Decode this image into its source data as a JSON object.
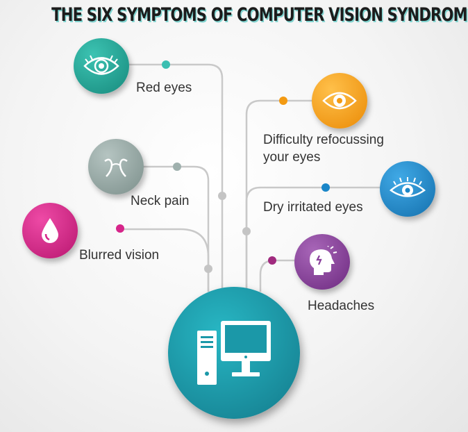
{
  "title": "THE SIX SYMPTOMS OF COMPUTER VISION SYNDROME",
  "center": {
    "icon": "computer-monitor-icon",
    "color": "#1b98a8"
  },
  "symptoms": [
    {
      "label": "Red eyes",
      "icon": "eye-icon",
      "color": "#1f9f8f"
    },
    {
      "label": "Neck pain",
      "icon": "neck-icon",
      "color": "#8fa3a0"
    },
    {
      "label": "Blurred vision",
      "icon": "water-drop-icon",
      "color": "#d6258a"
    },
    {
      "label_lines": [
        "Difficulty refocussing",
        "your eyes"
      ],
      "icon": "eye-icon",
      "color": "#f39a12"
    },
    {
      "label": "Dry irritated eyes",
      "icon": "eye-icon",
      "color": "#1a86c8"
    },
    {
      "label": "Headaches",
      "icon": "head-icon",
      "color": "#8a3f9c"
    }
  ]
}
